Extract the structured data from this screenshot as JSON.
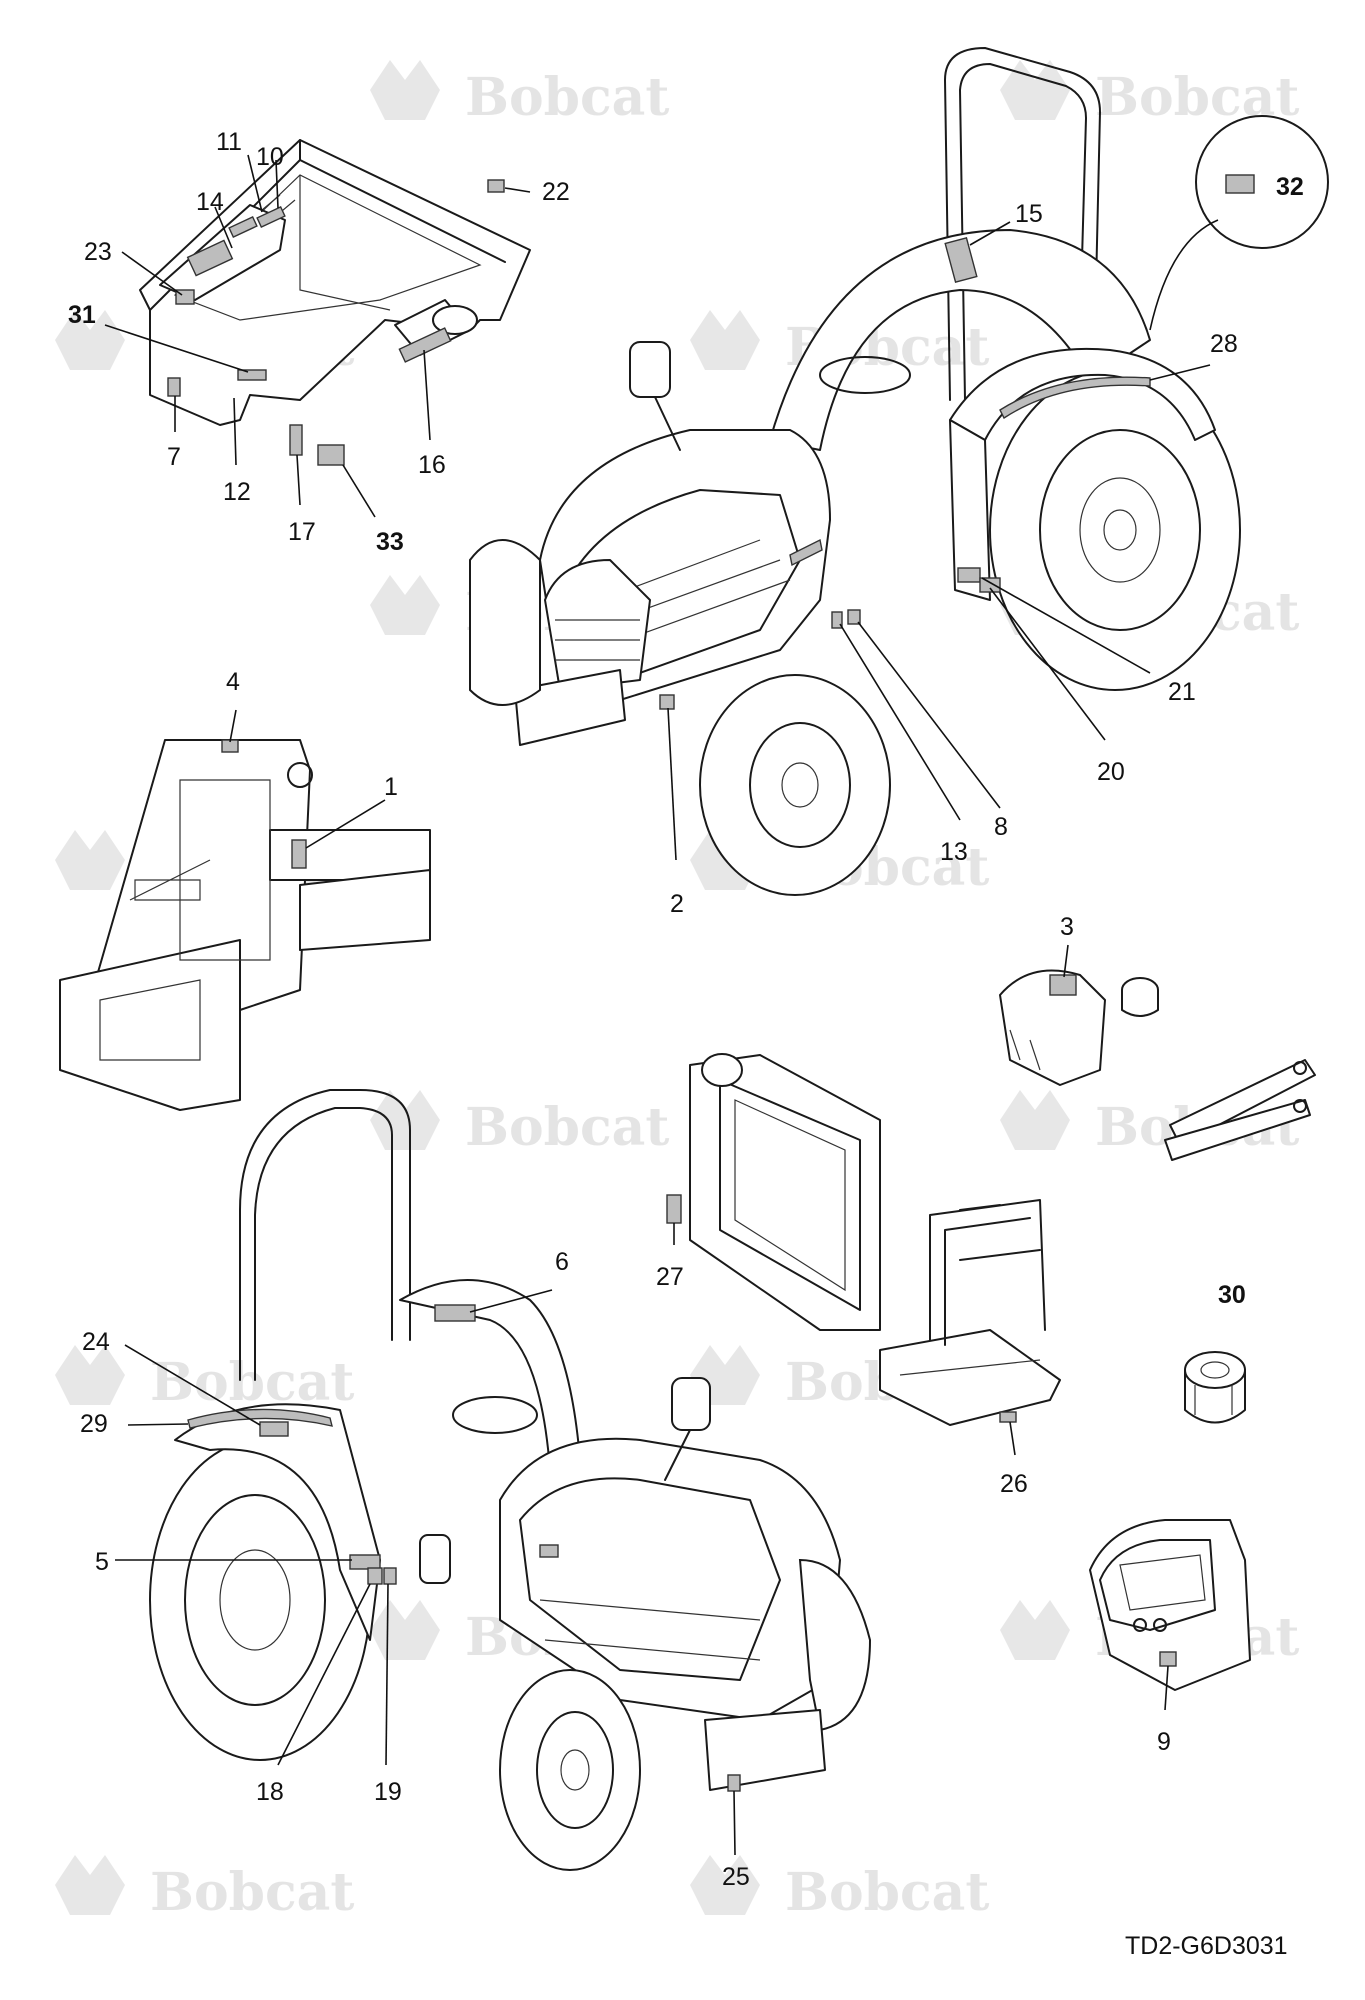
{
  "drawing_id": "TD2-G6D3031",
  "watermark": "Bobcat",
  "callouts": {
    "c1": "1",
    "c2": "2",
    "c3": "3",
    "c4": "4",
    "c5": "5",
    "c6": "6",
    "c7": "7",
    "c8": "8",
    "c9": "9",
    "c10": "10",
    "c11": "11",
    "c12": "12",
    "c13": "13",
    "c14": "14",
    "c15": "15",
    "c16": "16",
    "c17": "17",
    "c18": "18",
    "c19": "19",
    "c20": "20",
    "c21": "21",
    "c22": "22",
    "c23": "23",
    "c24": "24",
    "c25": "25",
    "c26": "26",
    "c27": "27",
    "c28": "28",
    "c29": "29",
    "c30": "30",
    "c31": "31",
    "c32": "32",
    "c33": "33"
  },
  "colors": {
    "line": "#1a1a1a",
    "decal": "#bdbdbd",
    "watermark": "#cfcfcf"
  }
}
